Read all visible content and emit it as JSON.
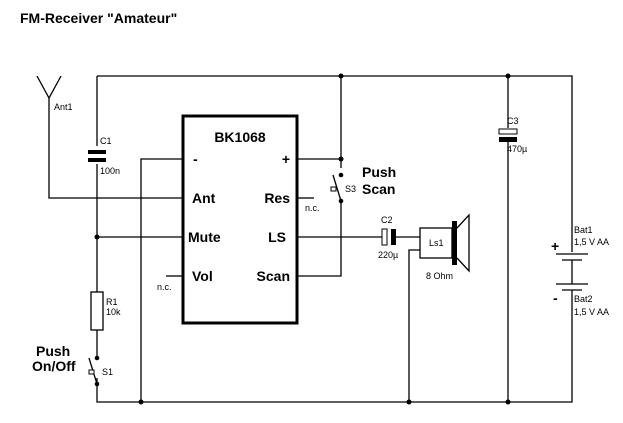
{
  "title": "FM-Receiver \"Amateur\"",
  "ic": {
    "name": "BK1068",
    "pins_left": [
      "-",
      "Ant",
      "Mute",
      "Vol"
    ],
    "pins_right": [
      "+",
      "Res",
      "LS",
      "Scan"
    ]
  },
  "components": {
    "ant1": {
      "ref": "Ant1"
    },
    "c1": {
      "ref": "C1",
      "value": "100n"
    },
    "c2": {
      "ref": "C2",
      "value": "220µ"
    },
    "c3": {
      "ref": "C3",
      "value": "470µ"
    },
    "r1": {
      "ref": "R1",
      "value": "10k"
    },
    "s1": {
      "ref": "S1",
      "label_line1": "Push",
      "label_line2": "On/Off"
    },
    "s3": {
      "ref": "S3",
      "label_line1": "Push",
      "label_line2": "Scan"
    },
    "ls1": {
      "ref": "Ls1",
      "value": "8 Ohm"
    },
    "bat1": {
      "ref": "Bat1",
      "value": "1,5 V AA"
    },
    "bat2": {
      "ref": "Bat2",
      "value": "1,5 V AA"
    }
  },
  "labels": {
    "nc_vol": "n.c.",
    "nc_res": "n.c.",
    "plus": "+",
    "minus": "-"
  }
}
